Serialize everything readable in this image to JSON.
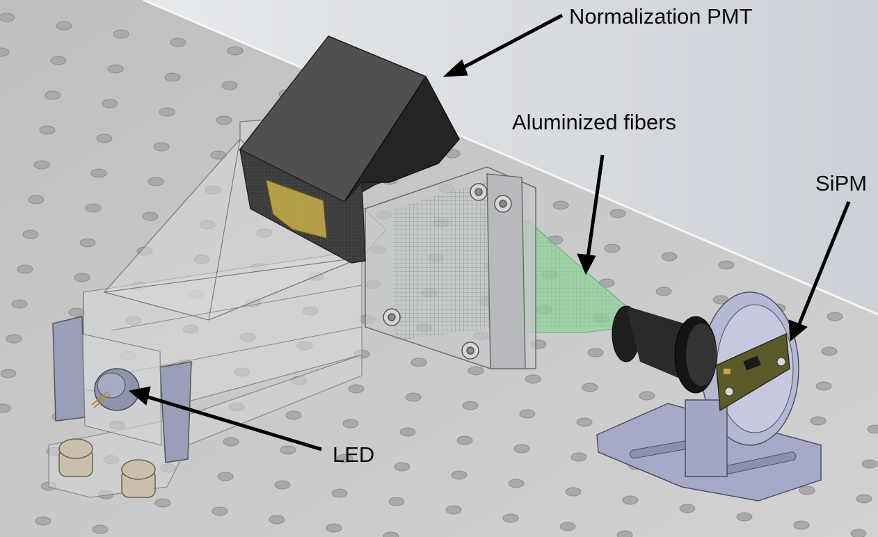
{
  "labels": {
    "normalization_pmt": "Normalization PMT",
    "aluminized_fibers": "Aluminized fibers",
    "sipm": "SiPM",
    "led": "LED"
  },
  "colors": {
    "table": "#c8c8c8",
    "table_edge": "#eef0f3",
    "holes": "#a8a8a8",
    "pmt_body": "#3a3a3a",
    "pmt_window": "#c8b04a",
    "fibers": "#8fd49a",
    "mount": "#a6aac7",
    "sipm_board": "#5b5a2a",
    "arrow": "#000000"
  }
}
